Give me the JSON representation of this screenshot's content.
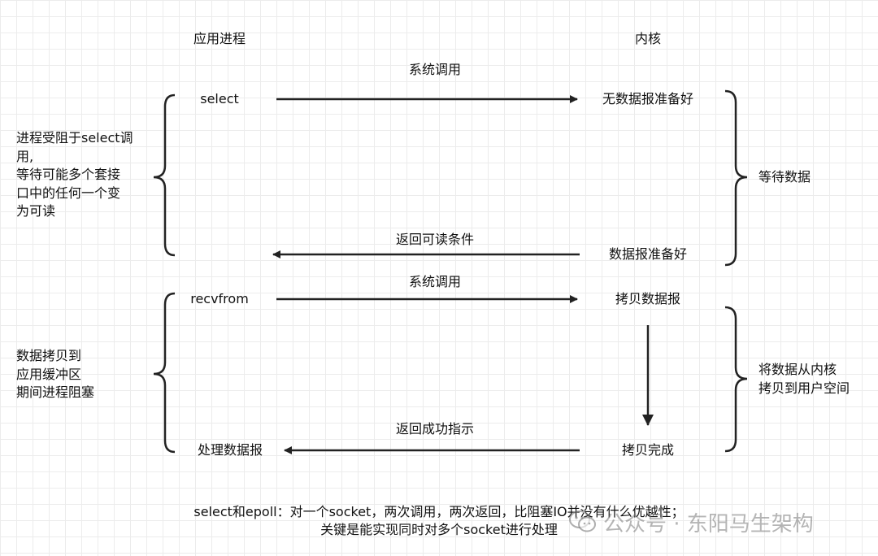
{
  "headers": {
    "app": "应用进程",
    "kernel": "内核"
  },
  "phase1": {
    "call_label": "系统调用",
    "app_action": "select",
    "kernel_state": "无数据报准备好",
    "wait_label": "等待数据",
    "return_label": "返回可读条件",
    "kernel_ready": "数据报准备好",
    "left_note": [
      "进程受阻于select调",
      "用,",
      "等待可能多个套接",
      "口中的任何一个变",
      "为可读"
    ]
  },
  "phase2": {
    "call_label": "系统调用",
    "app_action": "recvfrom",
    "kernel_state": "拷贝数据报",
    "copy_label": [
      "将数据从内核",
      "拷贝到用户空间"
    ],
    "return_label": "返回成功指示",
    "kernel_done": "拷贝完成",
    "app_done": "处理数据报",
    "left_note": [
      "数据拷贝到",
      "应用缓冲区",
      "期间进程阻塞"
    ]
  },
  "footer": {
    "lines": [
      "select和epoll：对一个socket，两次调用，两次返回，比阻塞IO并没有什么优越性；",
      "关键是能实现同时对多个socket进行处理"
    ]
  },
  "watermark": {
    "text": "公众号 · 东阳马生架构",
    "icon": "wechat-icon"
  }
}
